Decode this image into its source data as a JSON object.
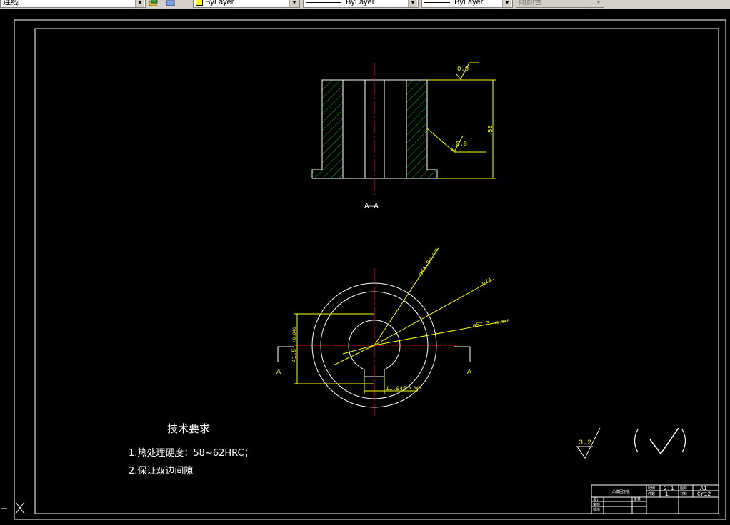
{
  "toolbar": {
    "linetype_left": "连线",
    "color_control": "ByLayer",
    "linetype_control": "ByLayer",
    "lineweight_control": "ByLayer",
    "plotstyle_control": "随颜色"
  },
  "drawing": {
    "section_label": "A—A",
    "roughness_top": "0.8",
    "roughness_inner": "0.8",
    "dim_height": "58",
    "dim_outer": "ø74",
    "dim_bore": "ø61.5",
    "dim_bore_tol": "+0.030",
    "dim_inner": "ø57.3",
    "dim_inner_tol": "+0.046",
    "dim_keyway_depth": "41.5",
    "dim_keyway_depth_tol": "+0.046",
    "dim_keyway_width": "11.945",
    "dim_keyway_width_tol": "+0.046",
    "cut_label_left": "A",
    "cut_label_right": "A",
    "roughness_general": "3.2",
    "tech_title": "技术要求",
    "tech_line1": "1.热处理硬度：58~62HRC；",
    "tech_line2": "2.保证双边间隙。"
  },
  "title_block": {
    "part_name": "凸模固定板",
    "scale_label": "比例",
    "scale_value": "2:1",
    "qty_label": "件数",
    "qty_value": "1",
    "sheet_label": "图号",
    "sheet_value": "A1",
    "material_label": "材料",
    "material_value": "Cr12",
    "row_design": "设计",
    "row_check": "审核",
    "row_approve": "批准",
    "row_weight": "重量"
  },
  "colors": {
    "background": "#000000",
    "geometry": "#ffffff",
    "dimension": "#ffff00",
    "centerline": "#ff0000",
    "hatch": "#00ff00",
    "section_text": "#ffffff"
  }
}
